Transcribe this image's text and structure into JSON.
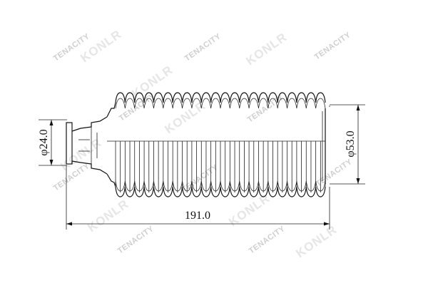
{
  "dimensions": {
    "inner_diameter": "φ24.0",
    "outer_diameter": "φ53.0",
    "length": "191.0"
  },
  "watermark": {
    "brand": "TENACITY",
    "logo": "KONLR"
  },
  "colors": {
    "line": "#111111",
    "watermark": "#cfcfcf",
    "background": "#ffffff"
  }
}
